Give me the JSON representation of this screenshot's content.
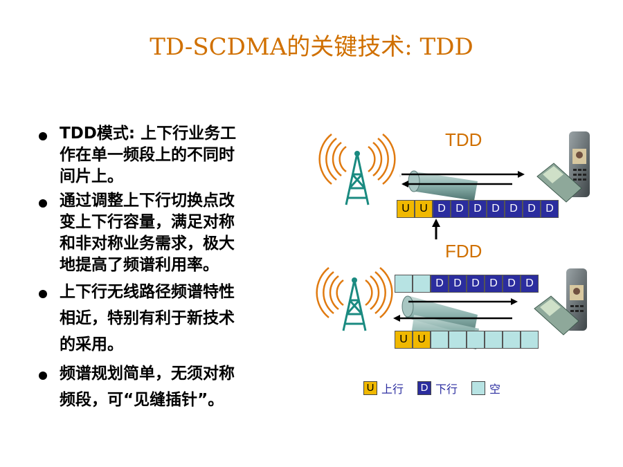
{
  "title": "TD-SCDMA的关键技术: TDD",
  "bullets": [
    {
      "lines": [
        "TDD模式:  上下行业务工",
        "作在单一频段上的不同时",
        "间片上。"
      ]
    },
    {
      "lines": [
        "通过调整上下行切换点改",
        "变上下行容量，满足对称",
        "和非对称业务需求，极大",
        "地提高了频谱利用率。"
      ]
    },
    {
      "lines": [
        "上下行无线路径频谱特性",
        "相近，特别有利于新技术",
        "的采用。"
      ]
    },
    {
      "lines": [
        "频谱规划简单，无须对称",
        "频段，可“见缝插针”。"
      ]
    }
  ],
  "diagram": {
    "tdd_label": "TDD",
    "fdd_label": "FDD",
    "tdd_slots": [
      "U",
      "U",
      "D",
      "D",
      "D",
      "D",
      "D",
      "D",
      "D"
    ],
    "fdd_down_slots": [
      "",
      "",
      "D",
      "D",
      "D",
      "D",
      "D",
      "D"
    ],
    "fdd_up_slots": [
      "U",
      "U",
      "",
      "",
      "",
      "",
      "",
      ""
    ],
    "colors": {
      "uplink": "#f0b800",
      "downlink": "#2b2d9e",
      "empty": "#b7e3e3",
      "accent": "#d07000"
    }
  },
  "legend": {
    "up_symbol": "U",
    "up_label": "上行",
    "down_symbol": "D",
    "down_label": "下行",
    "empty_label": "空"
  }
}
